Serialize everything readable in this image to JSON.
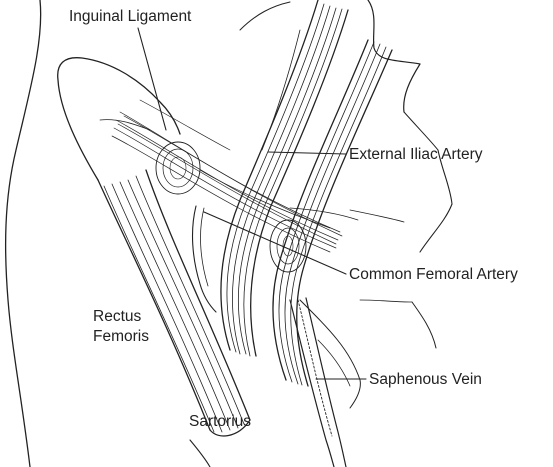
{
  "labels": {
    "inguinal_ligament": "Inguinal Ligament",
    "external_iliac_artery": "External Iliac Artery",
    "common_femoral_artery": "Common Femoral Artery",
    "rectus_femoris_line1": "Rectus",
    "rectus_femoris_line2": "Femoris",
    "saphenous_vein": "Saphenous Vein",
    "sartorius": "Sartorius"
  },
  "colors": {
    "ink": "#222222",
    "paper": "#ffffff"
  }
}
